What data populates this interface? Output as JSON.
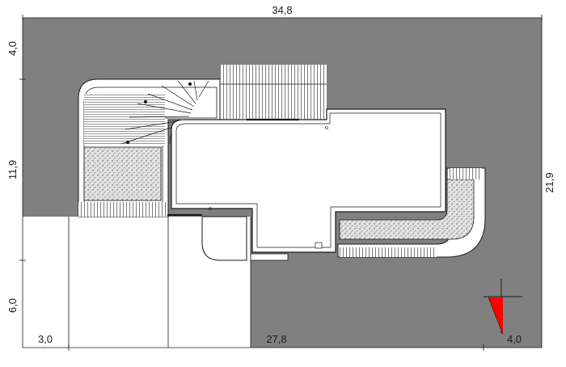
{
  "dimensions": {
    "top": "34,8",
    "left_top": "4,0",
    "left_middle": "11,9",
    "left_bottom": "6,0",
    "right": "21,9",
    "bottom_left": "3,0",
    "bottom_middle": "27,8",
    "bottom_right": "4,0"
  },
  "colors": {
    "site": "#808080",
    "plan_fill": "#ffffff",
    "line": "#1a1a1a",
    "north_arrow": "#ff0000"
  },
  "icons": {
    "north_arrow": "north-arrow-icon"
  }
}
